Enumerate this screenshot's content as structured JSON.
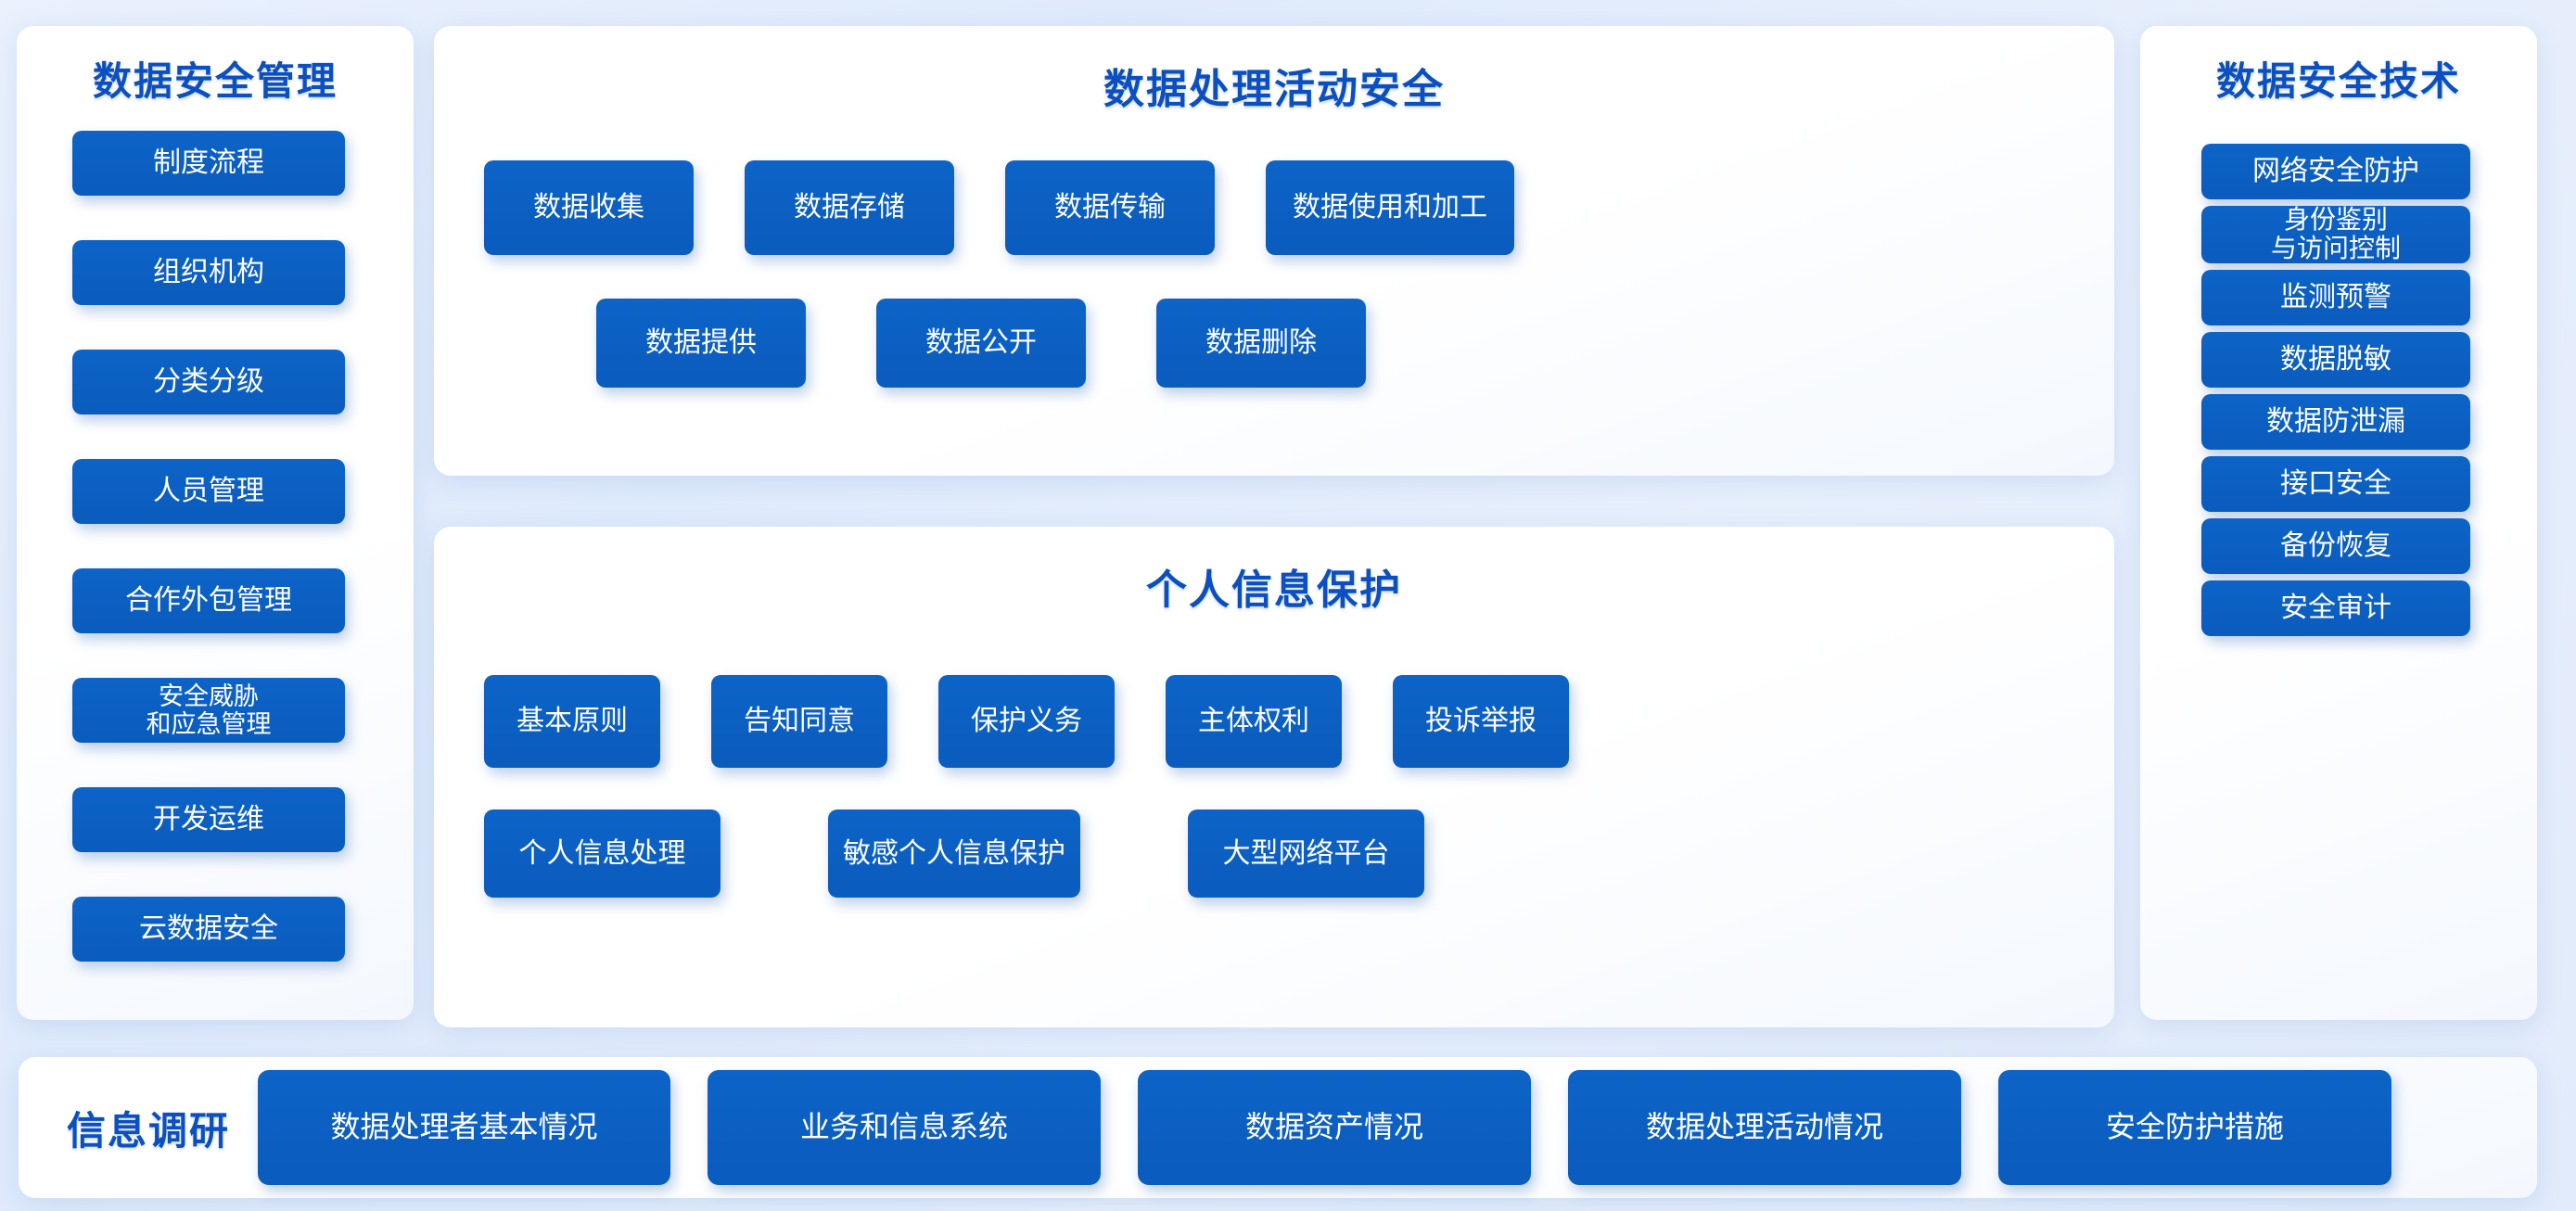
{
  "colors": {
    "chip_blue": "#0d63c7",
    "title_blue": "#0b4fc0",
    "panel_white": "#ffffff",
    "page_bg": "#e4edfc"
  },
  "left_panel": {
    "title": "数据安全管理",
    "items": [
      {
        "label": "制度流程",
        "lines": 1
      },
      {
        "label": "组织机构",
        "lines": 1
      },
      {
        "label": "分类分级",
        "lines": 1
      },
      {
        "label": "人员管理",
        "lines": 1
      },
      {
        "label": "合作外包管理",
        "lines": 1
      },
      {
        "label": "安全威胁\n和应急管理",
        "lines": 2
      },
      {
        "label": "开发运维",
        "lines": 1
      },
      {
        "label": "云数据安全",
        "lines": 1
      }
    ]
  },
  "center_top_panel": {
    "title": "数据处理活动安全",
    "row1": [
      {
        "label": "数据收集"
      },
      {
        "label": "数据存储"
      },
      {
        "label": "数据传输"
      },
      {
        "label": "数据使用和加工"
      }
    ],
    "row2": [
      {
        "label": "数据提供"
      },
      {
        "label": "数据公开"
      },
      {
        "label": "数据删除"
      }
    ]
  },
  "center_bottom_panel": {
    "title": "个人信息保护",
    "row1": [
      {
        "label": "基本原则"
      },
      {
        "label": "告知同意"
      },
      {
        "label": "保护义务"
      },
      {
        "label": "主体权利"
      },
      {
        "label": "投诉举报"
      }
    ],
    "row2": [
      {
        "label": "个人信息处理"
      },
      {
        "label": "敏感个人信息保护"
      },
      {
        "label": "大型网络平台"
      }
    ]
  },
  "right_panel": {
    "title": "数据安全技术",
    "items": [
      {
        "label": "网络安全防护",
        "lines": 1
      },
      {
        "label": "身份鉴别\n与访问控制",
        "lines": 2
      },
      {
        "label": "监测预警",
        "lines": 1
      },
      {
        "label": "数据脱敏",
        "lines": 1
      },
      {
        "label": "数据防泄漏",
        "lines": 1
      },
      {
        "label": "接口安全",
        "lines": 1
      },
      {
        "label": "备份恢复",
        "lines": 1
      },
      {
        "label": "安全审计",
        "lines": 1
      }
    ]
  },
  "bottom_bar": {
    "title": "信息调研",
    "items": [
      {
        "label": "数据处理者基本情况"
      },
      {
        "label": "业务和信息系统"
      },
      {
        "label": "数据资产情况"
      },
      {
        "label": "数据处理活动情况"
      },
      {
        "label": "安全防护措施"
      }
    ]
  }
}
